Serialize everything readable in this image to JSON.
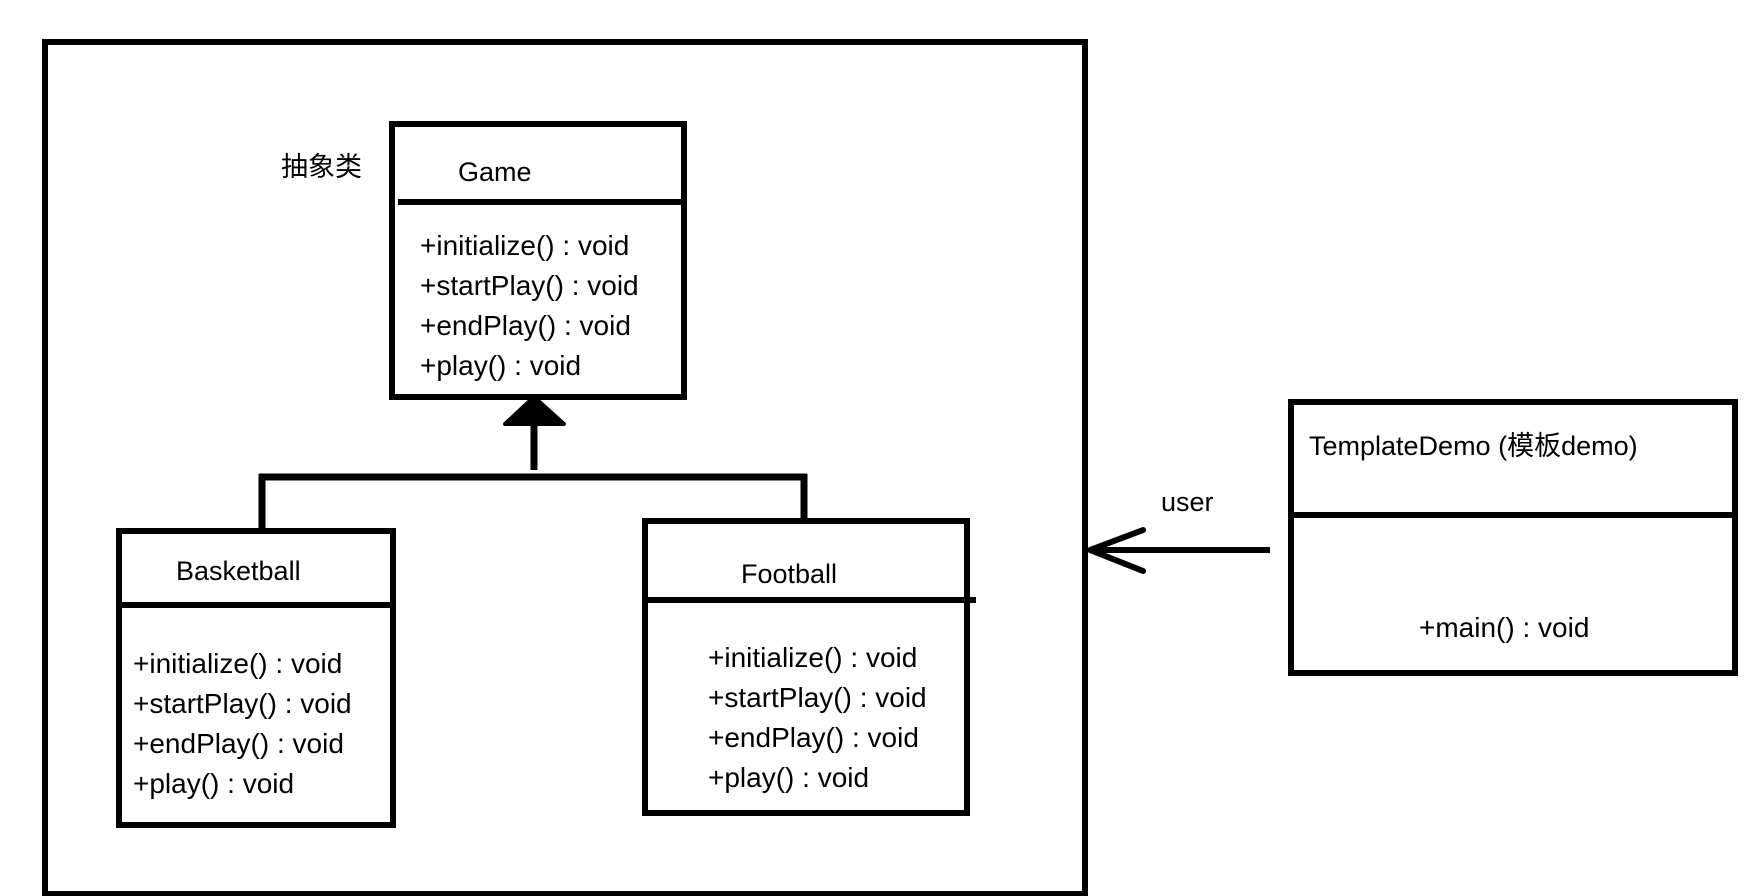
{
  "labels": {
    "abstract_note": "抽象类",
    "user_label": "user"
  },
  "classes": {
    "game": {
      "name": "Game",
      "methods": [
        "+initialize() : void",
        "+startPlay() : void",
        "+endPlay() : void",
        "+play() : void"
      ]
    },
    "basketball": {
      "name": "Basketball",
      "methods": [
        "+initialize() : void",
        "+startPlay() : void",
        "+endPlay() : void",
        "+play() : void"
      ]
    },
    "football": {
      "name": "Football",
      "methods": [
        "+initialize() : void",
        "+startPlay() : void",
        "+endPlay() : void",
        "+play() : void"
      ]
    },
    "template_demo": {
      "name": "TemplateDemo (模板demo)",
      "methods": [
        "+main() : void"
      ]
    }
  }
}
